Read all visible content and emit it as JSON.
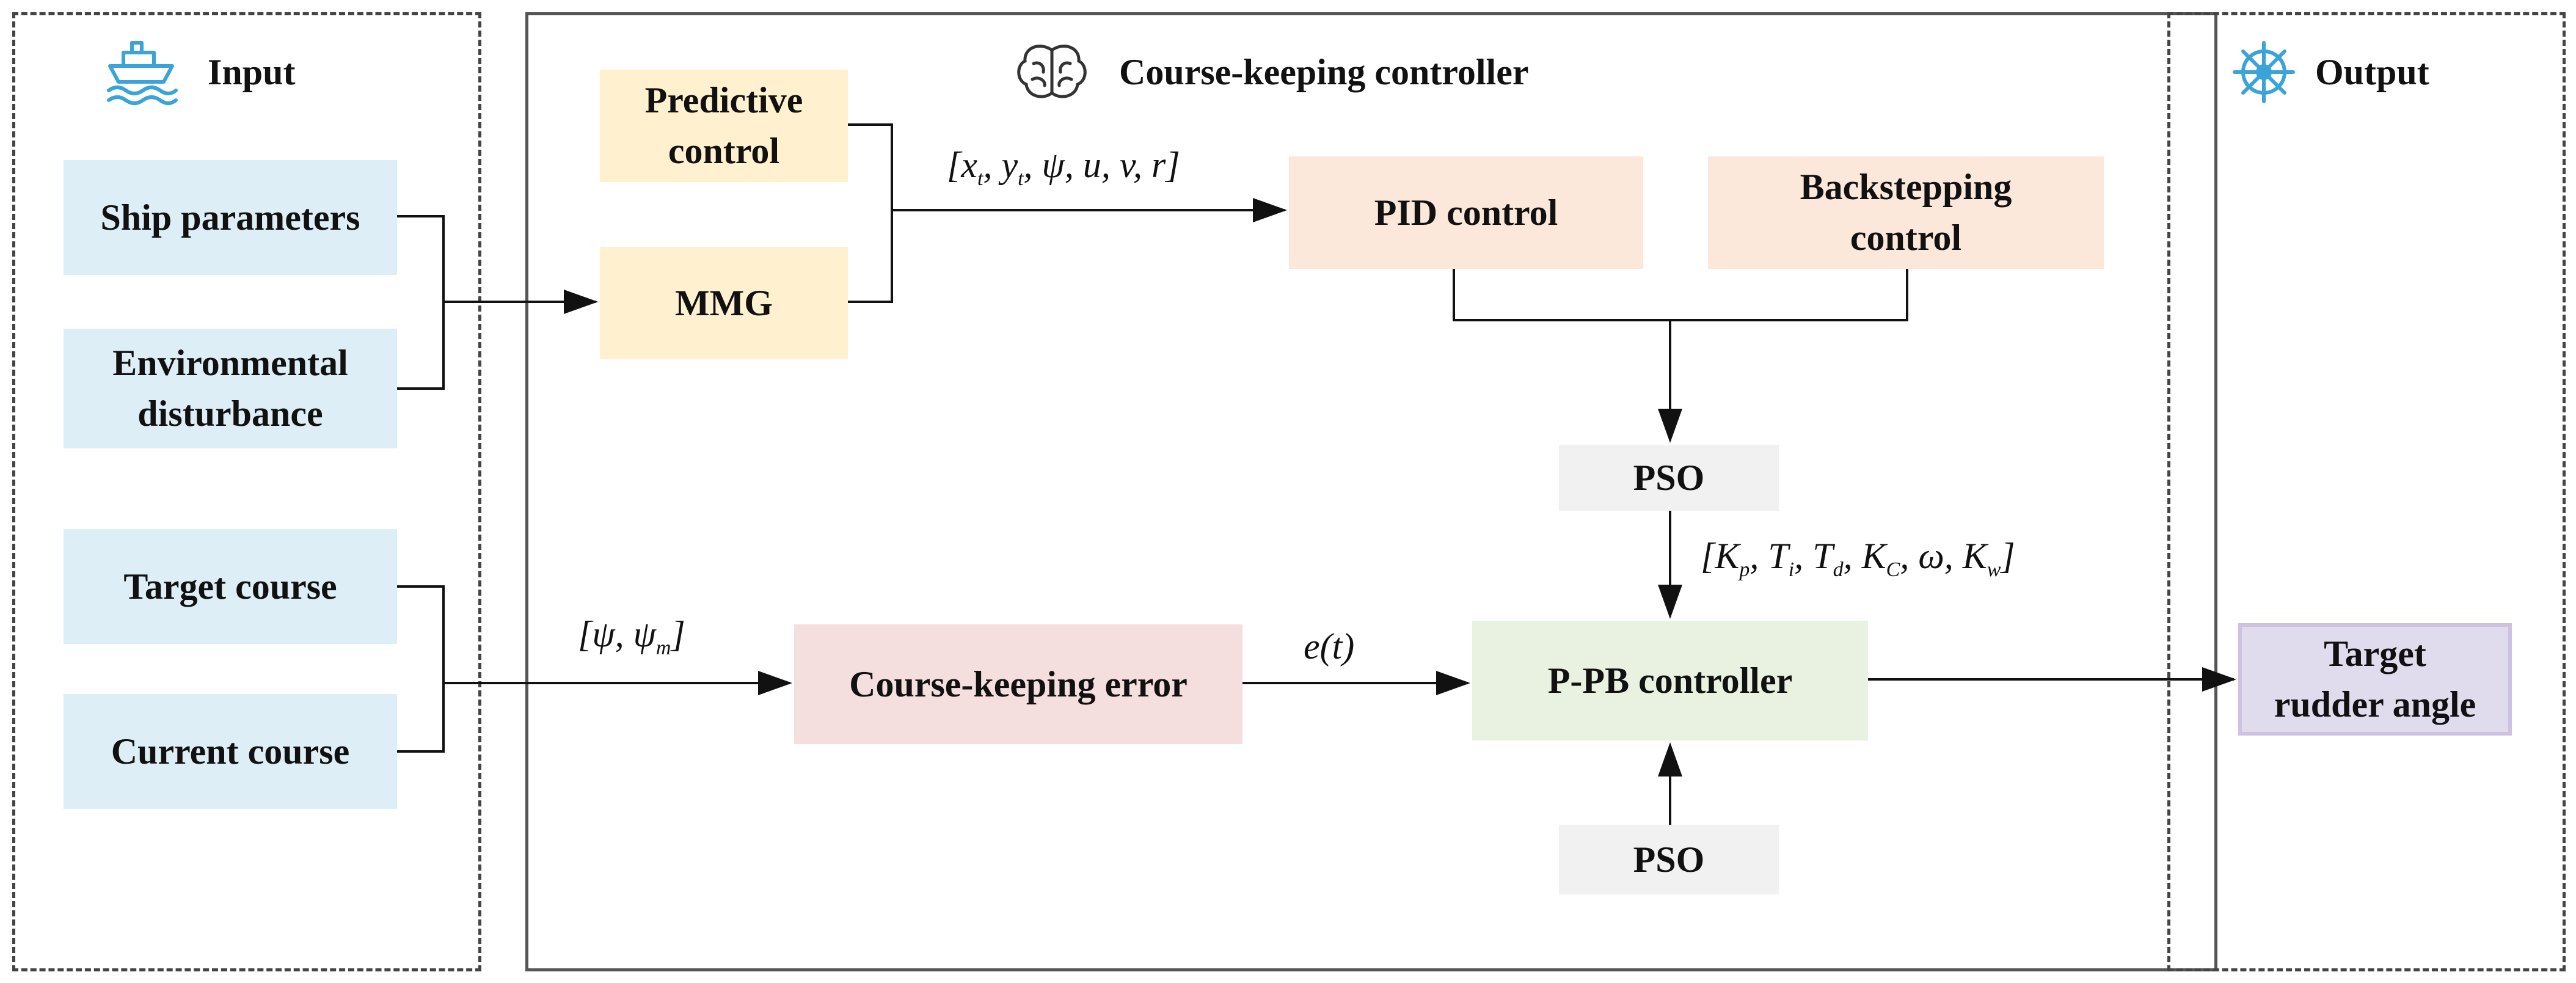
{
  "input": {
    "title": "Input",
    "boxes": [
      "Ship parameters",
      "Environmental\ndisturbance",
      "Target course",
      "Current course"
    ]
  },
  "controller": {
    "title": "Course-keeping controller",
    "predictive": "Predictive\ncontrol",
    "mmg": "MMG",
    "pid": "PID control",
    "backstepping": "Backstepping\ncontrol",
    "pso_top": "PSO",
    "pso_bottom": "PSO",
    "error": "Course-keeping error",
    "ppb": "P-PB controller"
  },
  "output": {
    "title": "Output",
    "box": "Target\nrudder angle"
  },
  "labels": {
    "state": {
      "open": "[",
      "x": "x",
      "x_sub": "t",
      "sep1": ", ",
      "y": "y",
      "y_sub": "t",
      "sep2": ", ",
      "rest": "ψ,  u,  v,  r",
      "close": "]"
    },
    "course": {
      "open": "[",
      "psi": "ψ",
      "sep": ",  ",
      "psim": "ψ",
      "psim_sub": "m",
      "close": "]"
    },
    "error": "e(t)",
    "params": {
      "open": "[",
      "k": "K",
      "k_sub": "p",
      "s1": ", ",
      "t": "T",
      "t_sub": "i",
      "s2": ", ",
      "td": "T",
      "td_sub": "d",
      "s3": ", ",
      "kc": "K",
      "kc_sub": "C",
      "s4": ", ",
      "w": "ω",
      "s5": ", ",
      "kw": "K",
      "kw_sub": "w",
      "close": "]"
    }
  },
  "icons": [
    "ship-icon",
    "brain-icon",
    "ship-wheel-icon"
  ],
  "colors": {
    "input_box": "#deeef6",
    "mmg_box": "#fff1cf",
    "control_box": "#fce8da",
    "pso_box": "#f1f1f1",
    "error_box": "#f5dede",
    "ppb_box": "#e9f2e0",
    "output_box": "#e1dbee",
    "icon_blue": "#3aa3d8"
  }
}
